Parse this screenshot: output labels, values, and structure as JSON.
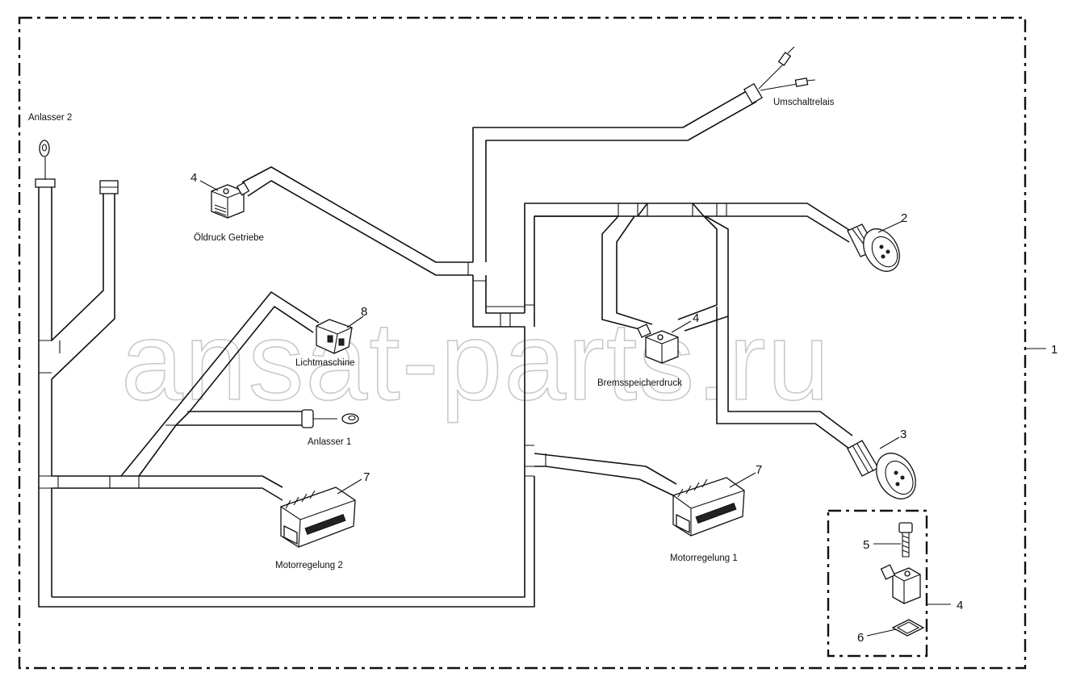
{
  "labels": {
    "anlasser2": "Anlasser 2",
    "oeldruck": "Öldruck Getriebe",
    "umschaltrelais": "Umschaltrelais",
    "lichtmaschine": "Lichtmaschine",
    "bremsspeicherdruck": "Bremsspeicherdruck",
    "anlasser1": "Anlasser 1",
    "motorregelung2": "Motorregelung 2",
    "motorregelung1": "Motorregelung 1"
  },
  "callouts": {
    "c1": "1",
    "c2": "2",
    "c3": "3",
    "c4a": "4",
    "c4b": "4",
    "c4c": "4",
    "c5": "5",
    "c6": "6",
    "c7a": "7",
    "c7b": "7",
    "c8": "8"
  },
  "watermark": "ansat-parts.ru"
}
